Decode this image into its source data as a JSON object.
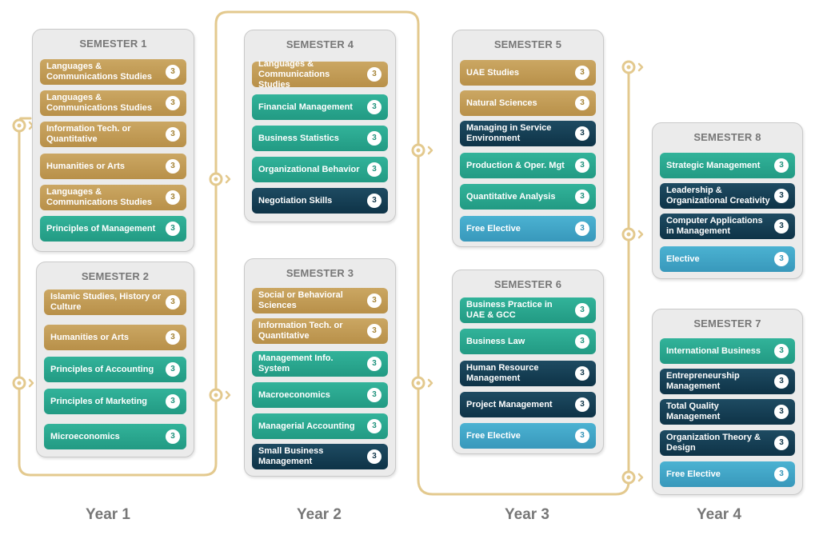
{
  "years": [
    "Year 1",
    "Year 2",
    "Year 3",
    "Year 4"
  ],
  "semesters": [
    {
      "title": "SEMESTER 1",
      "courses": [
        {
          "name": "Languages & Communications Studies",
          "credits": "3",
          "color": "gold"
        },
        {
          "name": "Languages & Communications Studies",
          "credits": "3",
          "color": "gold"
        },
        {
          "name": "Information Tech. or Quantitative",
          "credits": "3",
          "color": "gold"
        },
        {
          "name": "Humanities or Arts",
          "credits": "3",
          "color": "gold"
        },
        {
          "name": "Languages & Communications Studies",
          "credits": "3",
          "color": "gold"
        },
        {
          "name": "Principles of Management",
          "credits": "3",
          "color": "teal"
        }
      ]
    },
    {
      "title": "SEMESTER 2",
      "courses": [
        {
          "name": "Islamic Studies, History or Culture",
          "credits": "3",
          "color": "gold"
        },
        {
          "name": "Humanities or Arts",
          "credits": "3",
          "color": "gold"
        },
        {
          "name": "Principles of Accounting",
          "credits": "3",
          "color": "teal"
        },
        {
          "name": "Principles of Marketing",
          "credits": "3",
          "color": "teal"
        },
        {
          "name": "Microeconomics",
          "credits": "3",
          "color": "teal"
        }
      ]
    },
    {
      "title": "SEMESTER 4",
      "courses": [
        {
          "name": "Languages & Communications Studies",
          "credits": "3",
          "color": "gold"
        },
        {
          "name": "Financial Management",
          "credits": "3",
          "color": "teal"
        },
        {
          "name": "Business Statistics",
          "credits": "3",
          "color": "teal"
        },
        {
          "name": "Organizational Behavior",
          "credits": "3",
          "color": "teal"
        },
        {
          "name": "Negotiation Skills",
          "credits": "3",
          "color": "navy"
        }
      ]
    },
    {
      "title": "SEMESTER 3",
      "courses": [
        {
          "name": "Social or Behavioral Sciences",
          "credits": "3",
          "color": "gold"
        },
        {
          "name": "Information Tech. or Quantitative",
          "credits": "3",
          "color": "gold"
        },
        {
          "name": "Management Info. System",
          "credits": "3",
          "color": "teal"
        },
        {
          "name": "Macroeconomics",
          "credits": "3",
          "color": "teal"
        },
        {
          "name": "Managerial Accounting",
          "credits": "3",
          "color": "teal"
        },
        {
          "name": "Small Business Management",
          "credits": "3",
          "color": "navy"
        }
      ]
    },
    {
      "title": "SEMESTER 5",
      "courses": [
        {
          "name": "UAE Studies",
          "credits": "3",
          "color": "gold"
        },
        {
          "name": "Natural Sciences",
          "credits": "3",
          "color": "gold"
        },
        {
          "name": "Managing in Service Environment",
          "credits": "3",
          "color": "navy"
        },
        {
          "name": "Production & Oper. Mgt",
          "credits": "3",
          "color": "teal"
        },
        {
          "name": "Quantitative Analysis",
          "credits": "3",
          "color": "teal"
        },
        {
          "name": "Free Elective",
          "credits": "3",
          "color": "blue"
        }
      ]
    },
    {
      "title": "SEMESTER 6",
      "courses": [
        {
          "name": "Business Practice in UAE & GCC",
          "credits": "3",
          "color": "teal"
        },
        {
          "name": "Business Law",
          "credits": "3",
          "color": "teal"
        },
        {
          "name": "Human Resource Management",
          "credits": "3",
          "color": "navy"
        },
        {
          "name": "Project Management",
          "credits": "3",
          "color": "navy"
        },
        {
          "name": "Free Elective",
          "credits": "3",
          "color": "blue"
        }
      ]
    },
    {
      "title": "SEMESTER 8",
      "courses": [
        {
          "name": "Strategic Management",
          "credits": "3",
          "color": "teal"
        },
        {
          "name": "Leadership & Organizational Creativity",
          "credits": "3",
          "color": "navy"
        },
        {
          "name": "Computer Applications in Management",
          "credits": "3",
          "color": "navy"
        },
        {
          "name": "Elective",
          "credits": "3",
          "color": "blue"
        }
      ]
    },
    {
      "title": "SEMESTER 7",
      "courses": [
        {
          "name": "International Business",
          "credits": "3",
          "color": "teal"
        },
        {
          "name": "Entrepreneurship Management",
          "credits": "3",
          "color": "navy"
        },
        {
          "name": "Total Quality Management",
          "credits": "3",
          "color": "navy"
        },
        {
          "name": "Organization Theory & Design",
          "credits": "3",
          "color": "navy"
        },
        {
          "name": "Free Elective",
          "credits": "3",
          "color": "blue"
        }
      ]
    }
  ],
  "colors": {
    "gold": "#c4a05b",
    "teal": "#2aa78f",
    "navy": "#113a4f",
    "blue": "#42a6ca",
    "path": "#e3c98e"
  }
}
